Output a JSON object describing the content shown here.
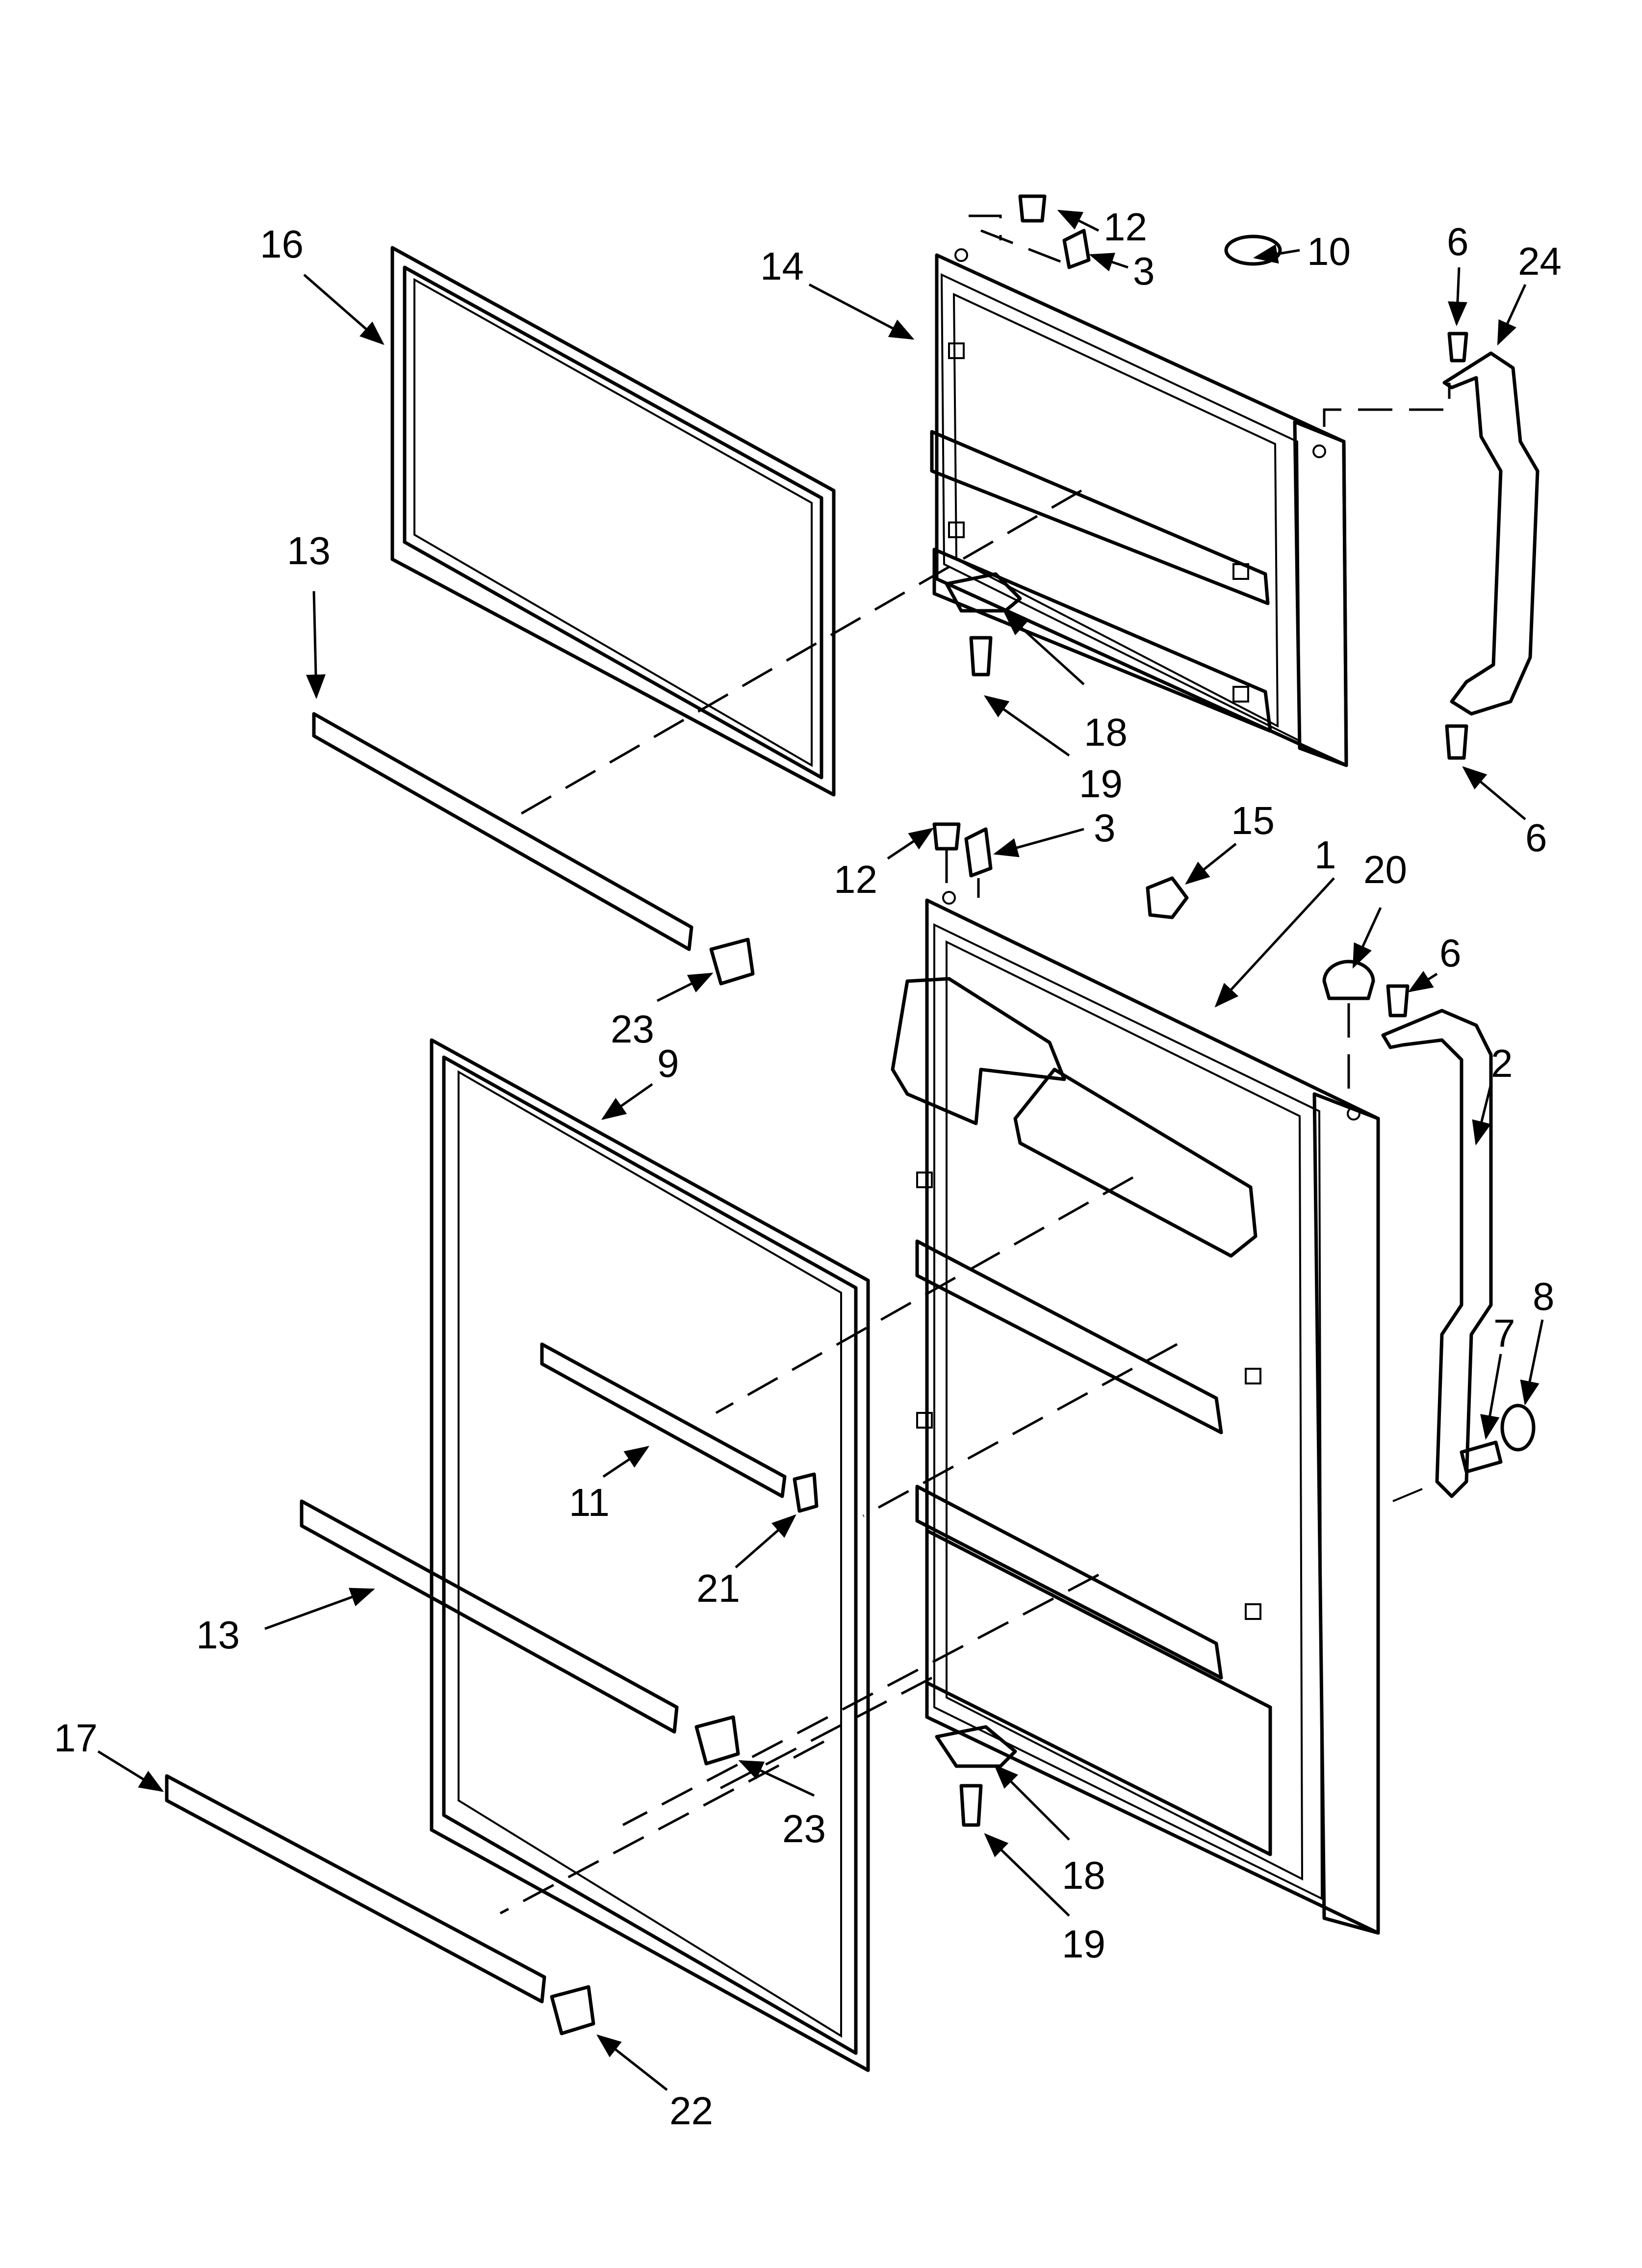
{
  "callouts": {
    "c16": "16",
    "c13a": "13",
    "c14": "14",
    "c12a": "12",
    "c3a": "3",
    "c10": "10",
    "c6a": "6",
    "c24": "24",
    "c18a": "18",
    "c19a": "19",
    "c6b": "6",
    "c12b": "12",
    "c3b": "3",
    "c15": "15",
    "c1": "1",
    "c20": "20",
    "c6c": "6",
    "c2": "2",
    "c23a": "23",
    "c9": "9",
    "c8": "8",
    "c7": "7",
    "c11": "11",
    "c21": "21",
    "c13b": "13",
    "c17": "17",
    "c23b": "23",
    "c18b": "18",
    "c19b": "19",
    "c22": "22"
  }
}
